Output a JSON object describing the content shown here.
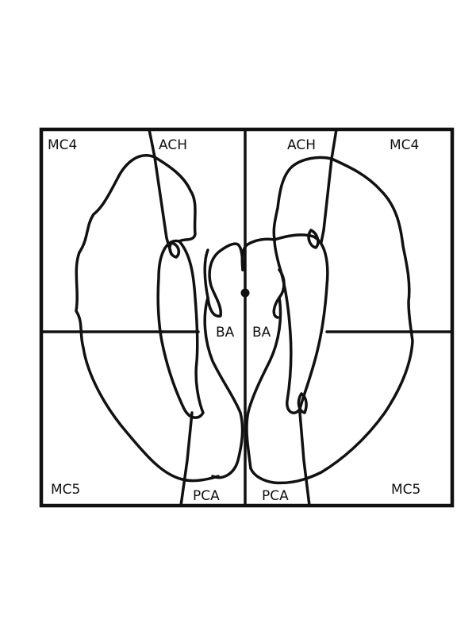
{
  "labels": {
    "top_left": "MC4",
    "top_left_inner": "ACH",
    "top_right_inner": "ACH",
    "top_right": "MC4",
    "bottom_left": "MC5",
    "bottom_left_inner": "PCA",
    "bottom_right_inner": "PCA",
    "bottom_right": "MC5",
    "center_left": "BA",
    "center_right": "BA"
  }
}
